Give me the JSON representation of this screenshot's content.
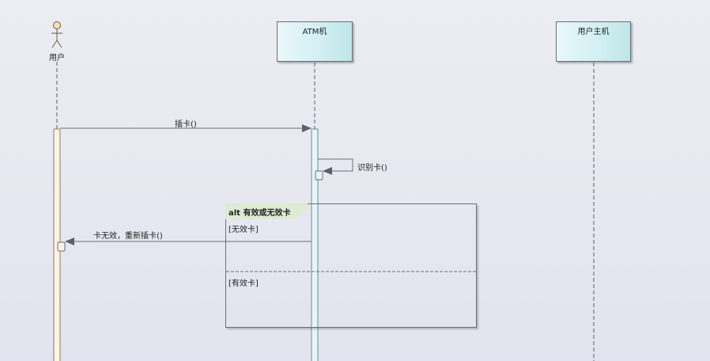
{
  "participants": {
    "actor": {
      "name": "用户"
    },
    "atm": {
      "name": "ATM机"
    },
    "host": {
      "name": "用户主机"
    }
  },
  "messages": {
    "insert_card": "插卡()",
    "identify_card": "识别卡()",
    "invalid_reply": "卡无效，重新插卡()"
  },
  "fragment": {
    "operator": "alt",
    "title": "有效或无效卡",
    "guard_1": "[无效卡]",
    "guard_2": "[有效卡]"
  },
  "colors": {
    "lifeline_box": "#d3f0f3",
    "actor_activation": "#fcf3e2",
    "atm_activation": "#e4f6f8",
    "fragment_tab": "#dcebd2"
  }
}
